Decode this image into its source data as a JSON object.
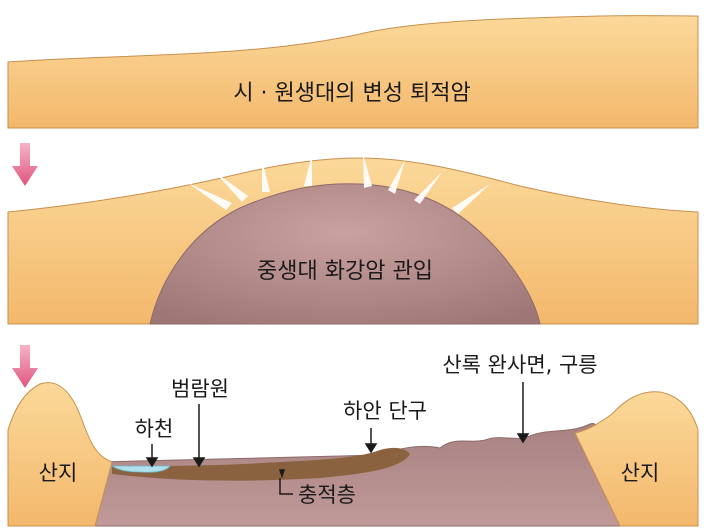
{
  "panels": [
    {
      "caption": "시 · 원생대의 변성 퇴적암"
    },
    {
      "caption": "중생대 화강암 관입"
    },
    {
      "labels": {
        "mountain_left": "산지",
        "mountain_right": "산지",
        "river": "하천",
        "floodplain": "범람원",
        "river_terrace": "하안 단구",
        "pediment_hills": "산록 완사면, 구릉",
        "deposit_layer": "충적층"
      }
    }
  ],
  "colors": {
    "sediment": "#f6c47e",
    "sediment_dark": "#d9a25d",
    "granite": "#b58d8c",
    "granite_dark": "#8f6a6b",
    "alluvium": "#8a6240",
    "water": "#aee0ec",
    "arrow": "#e0557f"
  }
}
